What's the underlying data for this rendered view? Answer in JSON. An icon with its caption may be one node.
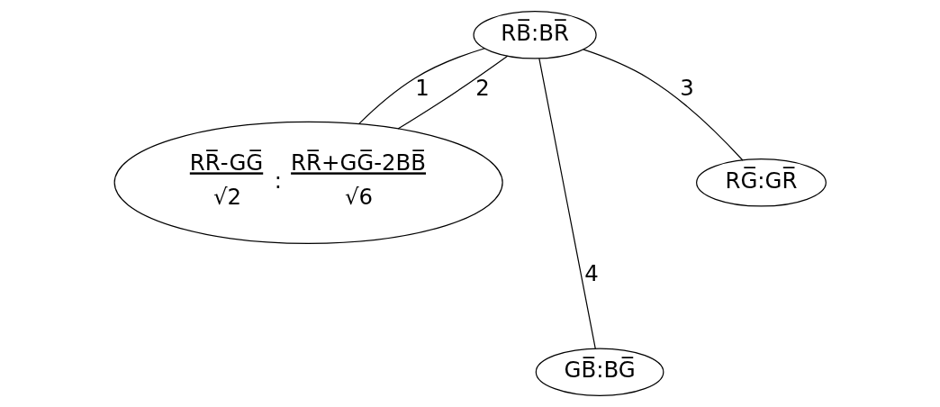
{
  "diagram": {
    "nodes": [
      {
        "text": [
          "RB̅:BR̅"
        ]
      },
      {
        "text": [
          "RR̅-GG̅",
          "√2",
          ":",
          "RR̅+GG̅-2BB̅",
          "√6"
        ]
      },
      {
        "text": [
          "GB̅:BG̅"
        ]
      },
      {
        "text": [
          "RG̅:GR̅"
        ]
      }
    ],
    "edges": [
      {
        "from": 0,
        "to": 1,
        "arrow": "none",
        "label": "1"
      },
      {
        "from": 0,
        "to": 1,
        "arrow": "none",
        "label": "2"
      },
      {
        "from": 0,
        "to": 3,
        "arrow": "none",
        "label": "3"
      },
      {
        "from": 0,
        "to": 2,
        "arrow": "none",
        "label": "4"
      }
    ]
  }
}
